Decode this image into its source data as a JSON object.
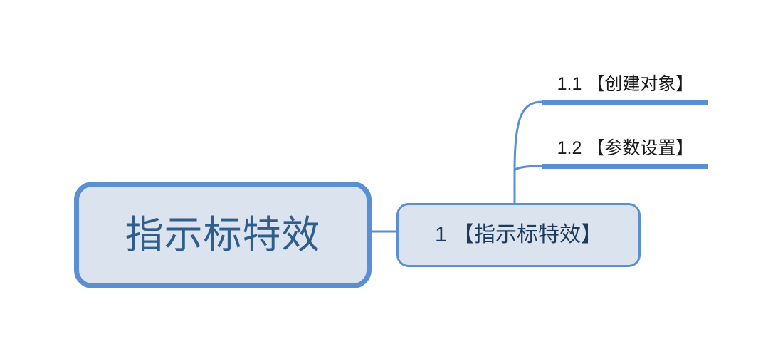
{
  "diagram": {
    "type": "mind-map",
    "background_color": "#ffffff",
    "accent_color": "#5b8fd4",
    "node_fill_color": "#dbe3ef",
    "root_text_color": "#2f5d8c",
    "branch_text_color": "#1f3b5c",
    "leaf_text_color": "#1a1a1a",
    "root": {
      "label": "指示标特效"
    },
    "branches": [
      {
        "label": "1 【指示标特效】",
        "children": [
          {
            "label": "1.1 【创建对象】"
          },
          {
            "label": "1.2 【参数设置】"
          }
        ]
      }
    ]
  }
}
